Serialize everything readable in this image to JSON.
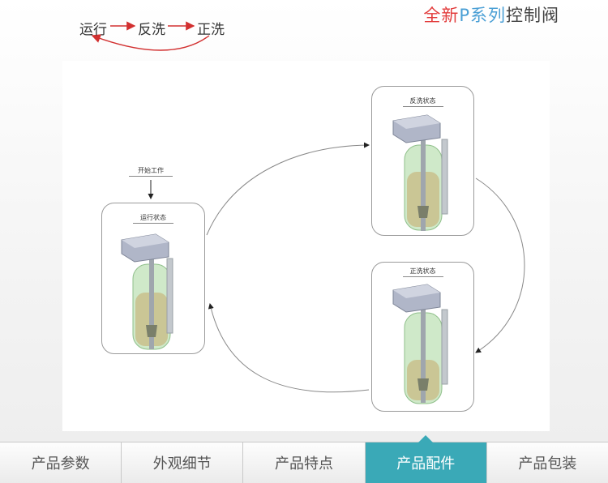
{
  "flow": {
    "step1": "运行",
    "step2": "反洗",
    "step3": "正洗"
  },
  "brand": {
    "part1": "全新",
    "part2": "P系列",
    "part3": "控制阀"
  },
  "diagram": {
    "start": "开始工作",
    "running": "运行状态",
    "backwash": "反洗状态",
    "rinse": "正洗状态"
  },
  "tabs": [
    "产品参数",
    "外观细节",
    "产品特点",
    "产品配件",
    "产品包装"
  ],
  "active_tab": "产品配件",
  "colors": {
    "accent": "#3aa9b7",
    "brand_red": "#e23b3b",
    "brand_blue": "#4a9fd5",
    "flow_arrow": "#d23030"
  }
}
